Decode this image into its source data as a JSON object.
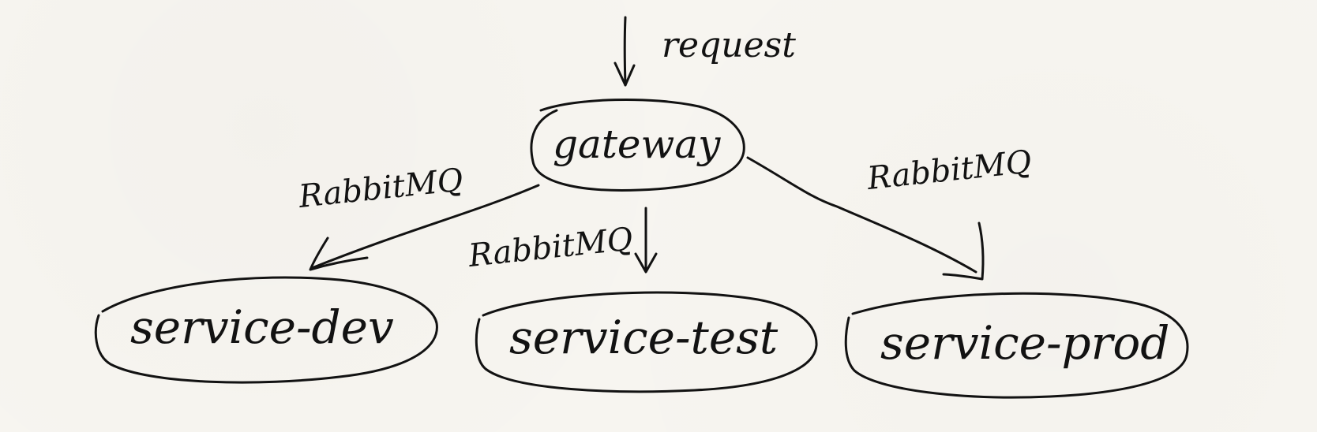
{
  "diagram": {
    "request_label": "request",
    "nodes": {
      "gateway": "gateway",
      "dev": "service-dev",
      "test": "service-test",
      "prod": "service-prod"
    },
    "edges": {
      "to_dev": "RabbitMQ",
      "to_test": "RabbitMQ",
      "to_prod": "RabbitMQ"
    }
  }
}
